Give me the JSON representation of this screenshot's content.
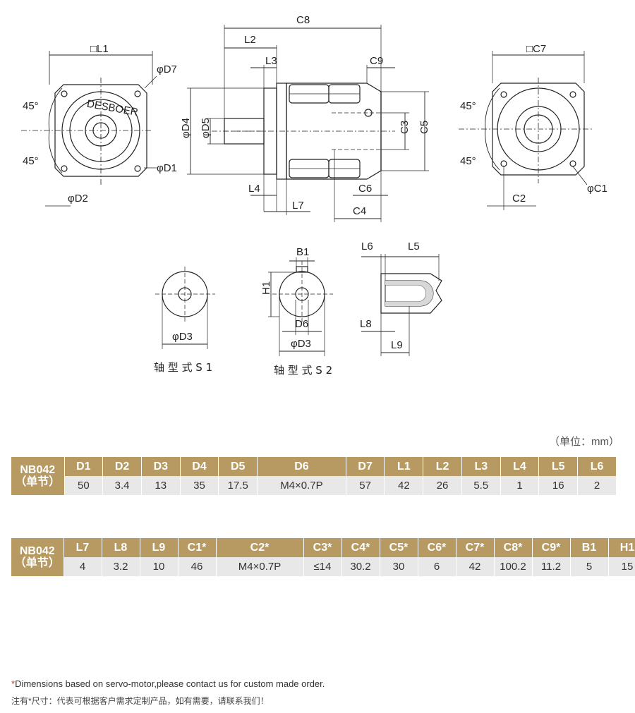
{
  "drawing": {
    "left_view": {
      "l1": "□L1",
      "d7": "φD7",
      "d1": "φD1",
      "d2": "φD2",
      "angle_top": "45°",
      "angle_bottom": "45°",
      "brand": "DESBOER"
    },
    "side_view": {
      "c8": "C8",
      "l2": "L2",
      "l3": "L3",
      "c9": "C9",
      "d4": "φD4",
      "d5": "φD5",
      "c3": "C3",
      "c5": "C5",
      "l4": "L4",
      "c6": "C6",
      "l7": "L7",
      "c4": "C4"
    },
    "right_view": {
      "c7": "□C7",
      "angle_top": "45°",
      "angle_bottom": "45°",
      "c2": "C2",
      "c1": "φC1"
    },
    "shaft_s1": {
      "d3": "φD3",
      "caption": "轴 型 式 S 1"
    },
    "shaft_s2": {
      "b1": "B1",
      "h1": "H1",
      "d6": "D6",
      "d3": "φD3",
      "caption": "轴 型 式 S 2"
    },
    "shaft_section": {
      "l6": "L6",
      "l5": "L5",
      "l8": "L8",
      "l9": "L9"
    }
  },
  "unit_label": "（单位：mm）",
  "model": {
    "name": "NB042",
    "stage": "（单节）"
  },
  "table1": {
    "headers": [
      "D1",
      "D2",
      "D3",
      "D4",
      "D5",
      "D6",
      "D7",
      "L1",
      "L2",
      "L3",
      "L4",
      "L5",
      "L6"
    ],
    "values": [
      "50",
      "3.4",
      "13",
      "35",
      "17.5",
      "M4×0.7P",
      "57",
      "42",
      "26",
      "5.5",
      "1",
      "16",
      "2"
    ]
  },
  "table2": {
    "headers": [
      "L7",
      "L8",
      "L9",
      "C1*",
      "C2*",
      "C3*",
      "C4*",
      "C5*",
      "C6*",
      "C7*",
      "C8*",
      "C9*",
      "B1",
      "H1"
    ],
    "values": [
      "4",
      "3.2",
      "10",
      "46",
      "M4×0.7P",
      "≤14",
      "30.2",
      "30",
      "6",
      "42",
      "100.2",
      "11.2",
      "5",
      "15"
    ]
  },
  "notes": {
    "star": "*",
    "en": "Dimensions based on servo-motor,please contact us for custom made order.",
    "cn": "注有*尺寸：代表可根据客户需求定制产品，如有需要，请联系我们！"
  },
  "colors": {
    "header": "#b69a62",
    "model_cell": "#7a6a4e",
    "value_row": "#e8e8e8",
    "star": "#c0392b"
  }
}
